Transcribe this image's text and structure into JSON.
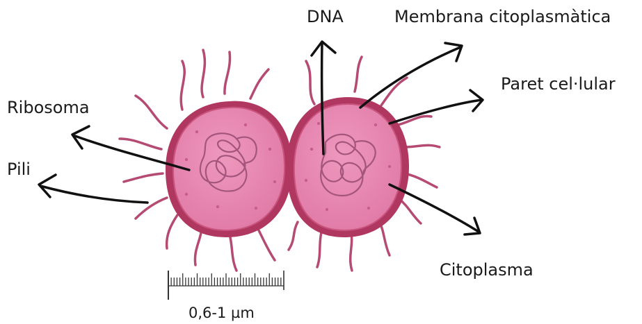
{
  "labels": {
    "dna": "DNA",
    "membrane": "Membrana citoplasmàtica",
    "cell_wall": "Paret cel·lular",
    "ribosome": "Ribosoma",
    "pili": "Pili",
    "cytoplasm": "Citoplasma"
  },
  "scale_bar": {
    "label": "0,6-1 µm"
  },
  "colors": {
    "cell_wall": "#b0375f",
    "cell_fill": "#e987b1",
    "cytoplasm_fill": "#e27aa5",
    "dna_strand": "#a3557c",
    "ribosome_dot": "#c75d8d",
    "pili": "#b54a73",
    "arrow": "#111111"
  }
}
